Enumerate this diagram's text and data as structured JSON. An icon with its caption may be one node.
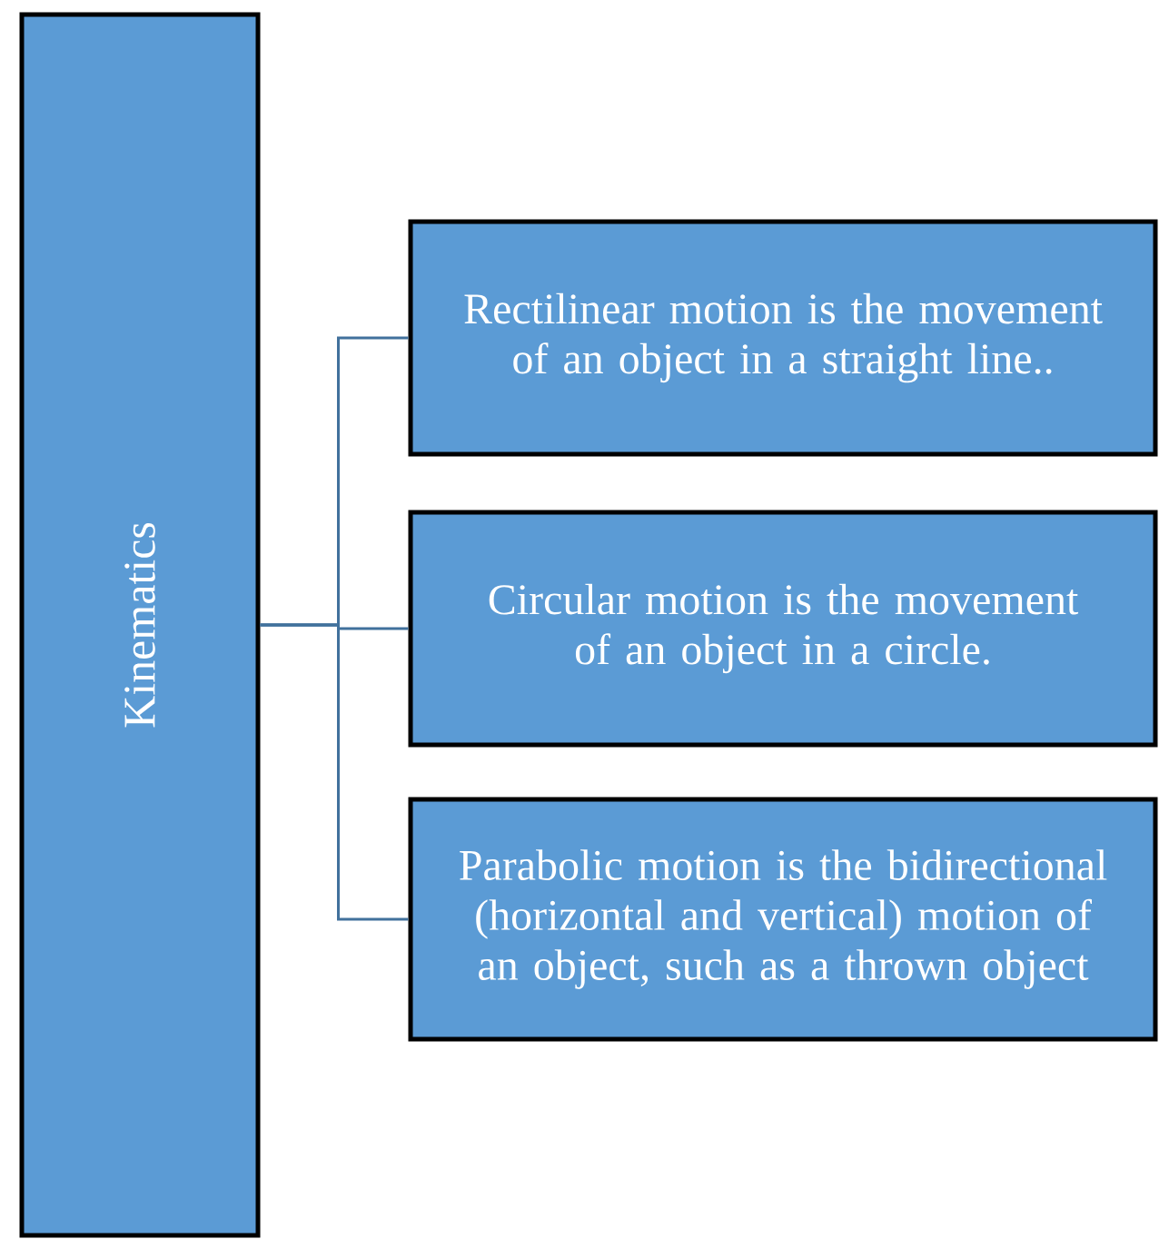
{
  "diagram": {
    "nodes": [
      {
        "text": [
          "Kinematics"
        ]
      },
      {
        "text": [
          "Rectilinear motion is the movement of an object in a straight line.."
        ]
      },
      {
        "text": [
          "Circular motion is the movement of an object in a circle."
        ]
      },
      {
        "text": [
          "Parabolic motion is the bidirectional (horizontal and vertical) motion of an object, such as a thrown object"
        ]
      }
    ],
    "edges": [
      {
        "from": 0,
        "to": 1,
        "arrow": "none"
      },
      {
        "from": 0,
        "to": 2,
        "arrow": "none"
      },
      {
        "from": 0,
        "to": 3,
        "arrow": "none"
      }
    ]
  }
}
